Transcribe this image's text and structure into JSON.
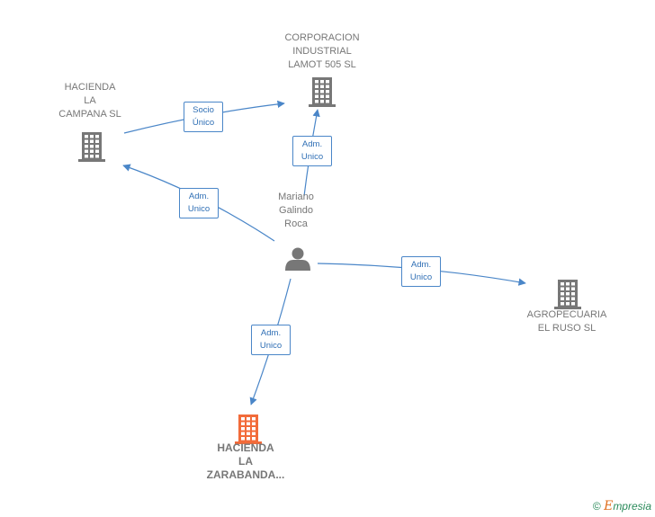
{
  "nodes": [
    {
      "id": "corporacion",
      "label": "CORPORACION\nINDUSTRIAL\nLAMOT 505  SL",
      "kind": "company",
      "color": "#777777"
    },
    {
      "id": "campana",
      "label": "HACIENDA\nLA\nCAMPANA  SL",
      "kind": "company",
      "color": "#777777"
    },
    {
      "id": "mariano",
      "label": "Mariano\nGalindo\nRoca",
      "kind": "person",
      "color": "#777777"
    },
    {
      "id": "agropecuaria",
      "label": "AGROPECUARIA\nEL RUSO SL",
      "kind": "company",
      "color": "#777777"
    },
    {
      "id": "zarabanda",
      "label": "HACIENDA\nLA\nZARABANDA...",
      "kind": "company",
      "color": "#f26b3a"
    }
  ],
  "edges": [
    {
      "from": "campana",
      "to": "corporacion",
      "label": "Socio\nÚnico"
    },
    {
      "from": "mariano",
      "to": "corporacion",
      "label": "Adm.\nUnico"
    },
    {
      "from": "mariano",
      "to": "campana",
      "label": "Adm.\nUnico"
    },
    {
      "from": "mariano",
      "to": "agropecuaria",
      "label": "Adm.\nUnico"
    },
    {
      "from": "mariano",
      "to": "zarabanda",
      "label": "Adm.\nUnico"
    }
  ],
  "colors": {
    "edge": "#4a86c8",
    "icon": "#777777",
    "highlight": "#f26b3a"
  },
  "footer": {
    "copyright": "©",
    "brand_first": "E",
    "brand_rest": "mpresia"
  }
}
